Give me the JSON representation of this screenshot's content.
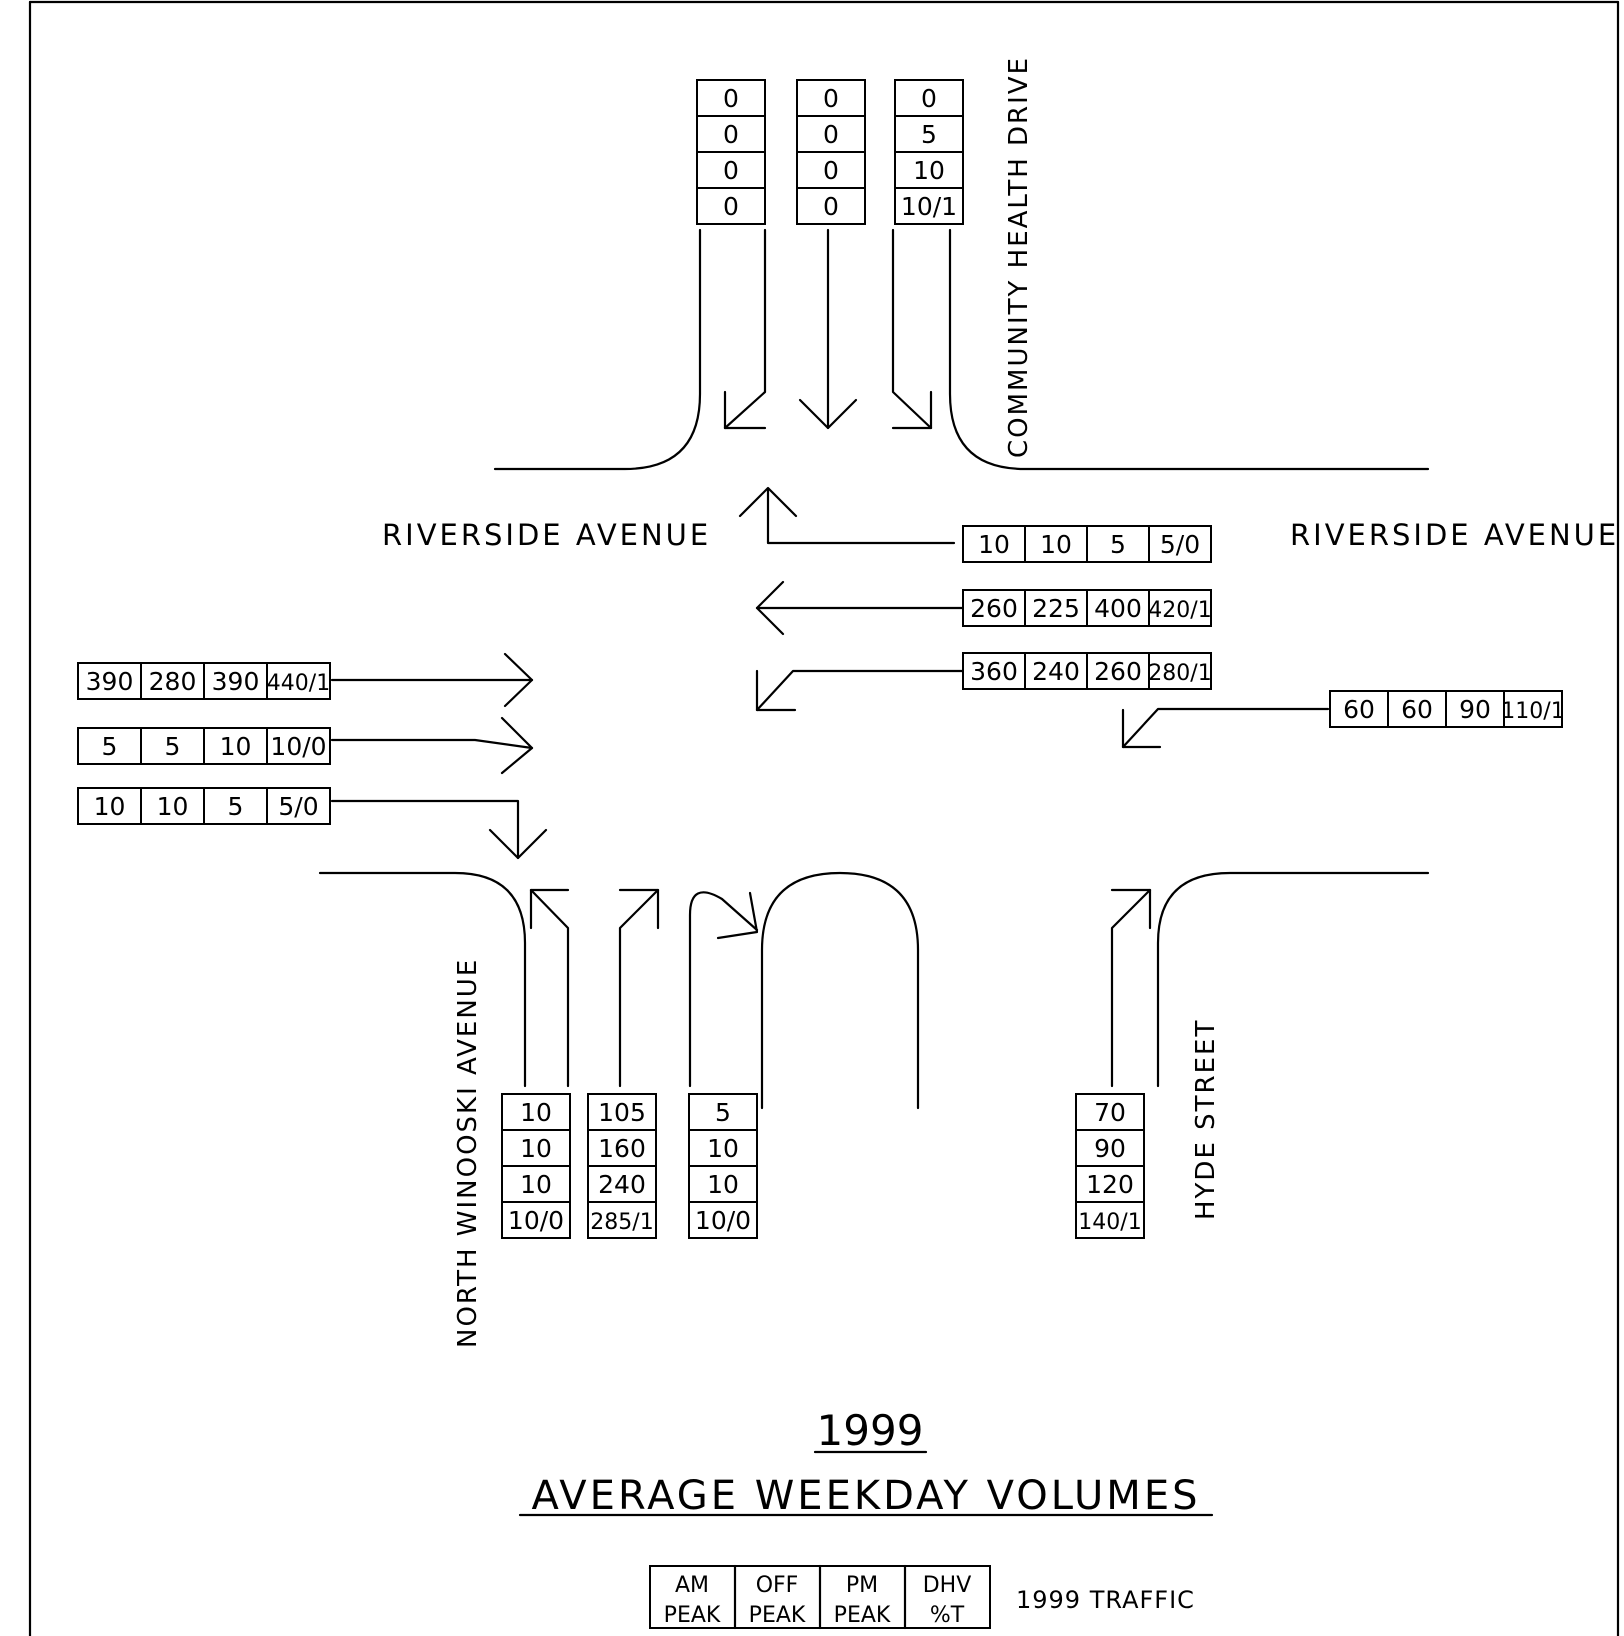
{
  "streets": {
    "community_health_drive": "COMMUNITY HEALTH DRIVE",
    "riverside_west": "RIVERSIDE AVENUE",
    "riverside_east": "RIVERSIDE AVENUE",
    "north_winooski": "NORTH WINOOSKI AVENUE",
    "hyde_street": "HYDE STREET"
  },
  "title": {
    "year": "1999",
    "subtitle": "AVERAGE WEEKDAY VOLUMES"
  },
  "legend": {
    "headers": [
      [
        "AM",
        "PEAK"
      ],
      [
        "OFF",
        "PEAK"
      ],
      [
        "PM",
        "PEAK"
      ],
      [
        "DHV",
        "%T"
      ]
    ],
    "label": "1999 TRAFFIC"
  },
  "volumes": {
    "southbound_right": [
      "0",
      "0",
      "0",
      "0"
    ],
    "southbound_through": [
      "0",
      "0",
      "0",
      "0"
    ],
    "southbound_left": [
      "0",
      "5",
      "10",
      "10/1"
    ],
    "westbound_right": [
      "10",
      "10",
      "5",
      "5/0"
    ],
    "westbound_through": [
      "260",
      "225",
      "400",
      "420/1"
    ],
    "westbound_left": [
      "360",
      "240",
      "260",
      "280/1"
    ],
    "westbound_left_hyde": [
      "60",
      "60",
      "90",
      "110/1"
    ],
    "eastbound_through": [
      "390",
      "280",
      "390",
      "440/1"
    ],
    "eastbound_through_2": [
      "5",
      "5",
      "10",
      "10/0"
    ],
    "eastbound_right": [
      "10",
      "10",
      "5",
      "5/0"
    ],
    "northbound_left": [
      "10",
      "10",
      "10",
      "10/0"
    ],
    "northbound_through": [
      "105",
      "160",
      "240",
      "285/1"
    ],
    "northbound_uturn": [
      "5",
      "10",
      "10",
      "10/0"
    ],
    "hyde_northbound": [
      "70",
      "90",
      "120",
      "140/1"
    ]
  }
}
